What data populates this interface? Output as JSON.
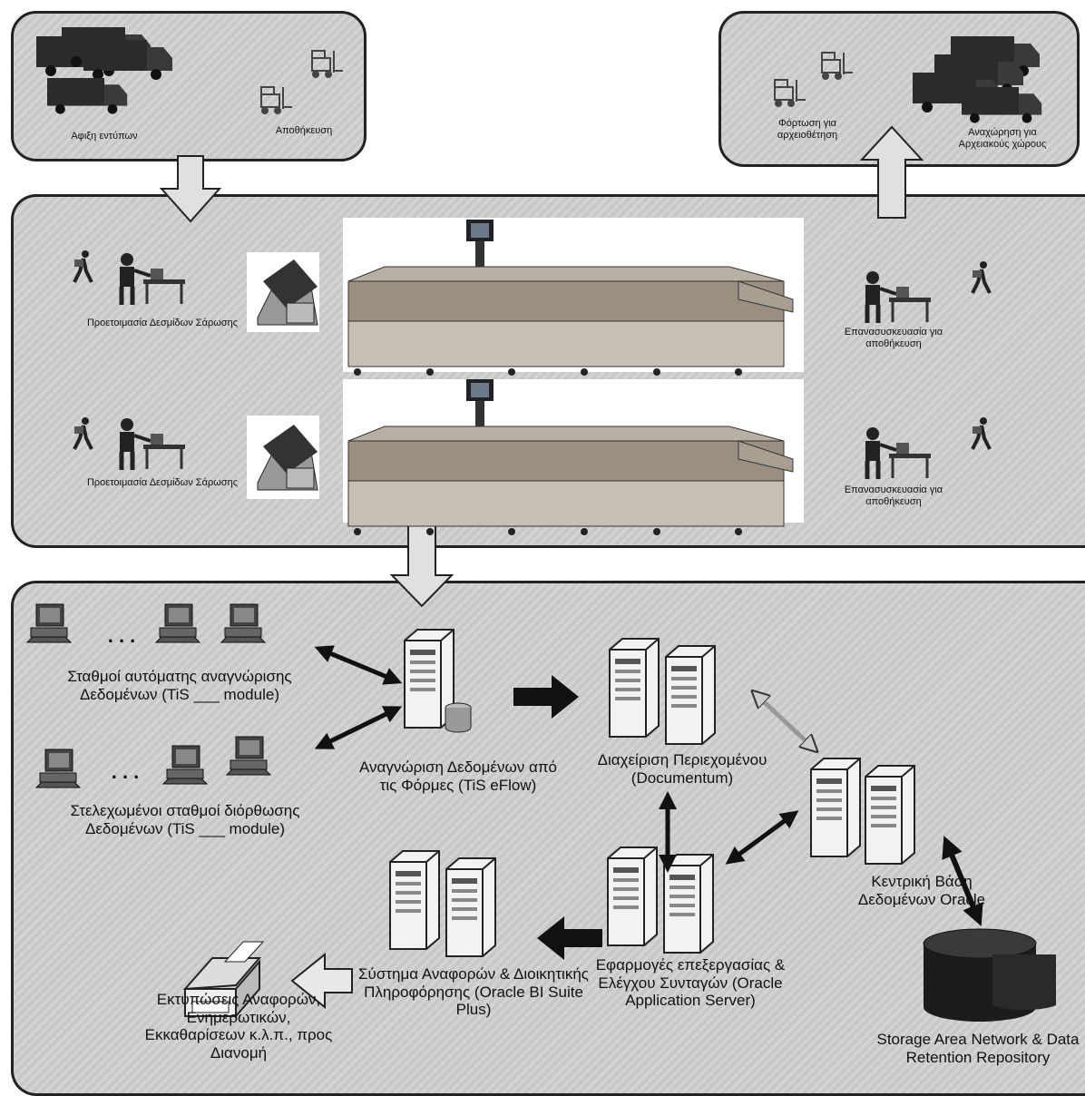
{
  "top_left": {
    "arrival_label": "Αφιξη εντύπων",
    "storage_label": "Αποθήκευση"
  },
  "top_right": {
    "loading_label": "Φόρτωση για αρχειοθέτηση",
    "departure_label": "Αναχώρηση για Αρχειακούς χώρους"
  },
  "scan_area": {
    "prep_label_1": "Προετοιμασία Δεσμίδων Σάρωσης",
    "prep_label_2": "Προετοιμασία Δεσμίδων Σάρωσης",
    "repack_label_1": "Επανασυσκευασία για αποθήκευση",
    "repack_label_2": "Επανασυσκευασία για αποθήκευση"
  },
  "systems": {
    "auto_recognition": "Σταθμοί αυτόματης αναγνώρισης Δεδομένων (TiS ___ module)",
    "manual_correction": "Στελεχωμένοι σταθμοί διόρθωσης Δεδομένων (TiS ___ module)",
    "recognition_server": "Αναγνώριση Δεδομένων από τις Φόρμες (TiS eFlow)",
    "content_management": "Διαχείριση Περιεχομένου (Documentum)",
    "central_db": "Κεντρική Βάση Δεδομένων Oracle",
    "applications": "Εφαρμογές επεξεργασίας & Ελέγχου Συνταγών (Oracle Application Server)",
    "reporting": "Σύστημα Αναφορών & Διοικητικής Πληροφόρησης (Oracle BI Suite Plus)",
    "printouts": "Εκτυπώσεις Αναφορών, Ενημερωτικών, Εκκαθαρίσεων κ.λ.π., προς Διανομή",
    "storage": "Storage Area Network & Data Retention Repository",
    "dots": ". . ."
  }
}
